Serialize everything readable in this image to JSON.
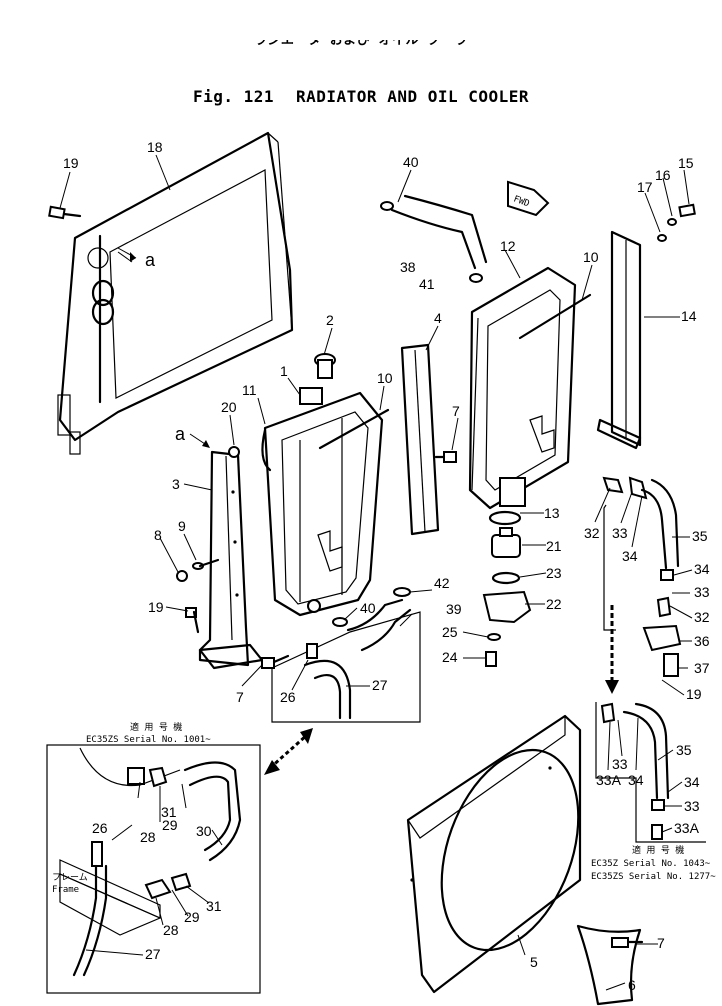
{
  "title": {
    "jp": "ラジエータ および オイル クーラ",
    "fig": "Fig. 121",
    "name": "RADIATOR AND OIL COOLER"
  },
  "direction_tag": "FWD",
  "callout_letter": "a",
  "part_numbers": {
    "p1": "1",
    "p2": "2",
    "p3": "3",
    "p4": "4",
    "p5": "5",
    "p6": "6",
    "p7": "7",
    "p8": "8",
    "p9": "9",
    "p10": "10",
    "p11": "11",
    "p12": "12",
    "p13": "13",
    "p14": "14",
    "p15": "15",
    "p16": "16",
    "p17": "17",
    "p18": "18",
    "p19": "19",
    "p20": "20",
    "p21": "21",
    "p22": "22",
    "p23": "23",
    "p24": "24",
    "p25": "25",
    "p26": "26",
    "p27": "27",
    "p28": "28",
    "p29": "29",
    "p30": "30",
    "p31": "31",
    "p32": "32",
    "p33": "33",
    "p33a": "33A",
    "p34": "34",
    "p35": "35",
    "p36": "36",
    "p37": "37",
    "p38": "38",
    "p39": "39",
    "p40": "40",
    "p41": "41",
    "p42": "42"
  },
  "inset_left": {
    "applicable_jp": "適 用 号 機",
    "serial": "EC35ZS  Serial  No.  1001~",
    "frame_jp": "フレーム",
    "frame_en": "Frame"
  },
  "inset_right": {
    "applicable_jp": "適 用 号 機",
    "serial_1": "EC35Z   Serial  No. 1043~",
    "serial_2": "EC35ZS  Serial  No. 1277~"
  }
}
